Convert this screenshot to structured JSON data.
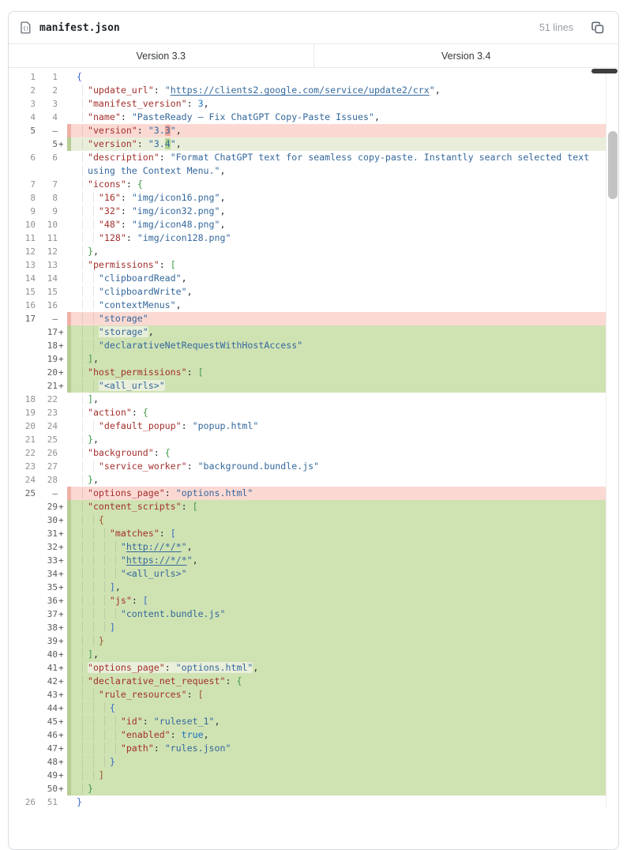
{
  "header": {
    "filename": "manifest.json",
    "lines_label": "51 lines",
    "icons": [
      "file-code-icon",
      "copy-icon"
    ]
  },
  "tabs": {
    "left": "Version 3.3",
    "right": "Version 3.4"
  },
  "colors": {
    "removed_row_bg": "#fbd9d3",
    "removed_inline_bg": "#f2a39b",
    "added_row_bg": "#cfe2b2",
    "added_pale_bg": "#e9eedb",
    "added_inline_bg": "#b2d48d",
    "key": "#a3302d",
    "string": "#34689c",
    "number": "#1a72c4",
    "bracket_blue": "#3b6bc5",
    "bracket_green": "#3f9b47",
    "bracket_rust": "#99572b"
  },
  "diff": {
    "rows": [
      {
        "o": "1",
        "n": "1",
        "m": "",
        "t": "ctx",
        "s": [
          [
            "b0",
            "{"
          ]
        ]
      },
      {
        "o": "2",
        "n": "2",
        "m": "",
        "t": "ctx",
        "s": [
          [
            "w",
            "  "
          ],
          [
            "k",
            "\"update_url\""
          ],
          [
            "p",
            ": "
          ],
          [
            "s",
            "\""
          ],
          [
            "u",
            "https://clients2.google.com/service/update2/crx"
          ],
          [
            "s",
            "\""
          ],
          [
            "p",
            ","
          ]
        ]
      },
      {
        "o": "3",
        "n": "3",
        "m": "",
        "t": "ctx",
        "s": [
          [
            "w",
            "  "
          ],
          [
            "k",
            "\"manifest_version\""
          ],
          [
            "p",
            ": "
          ],
          [
            "n",
            "3"
          ],
          [
            "p",
            ","
          ]
        ]
      },
      {
        "o": "4",
        "n": "4",
        "m": "",
        "t": "ctx",
        "s": [
          [
            "w",
            "  "
          ],
          [
            "k",
            "\"name\""
          ],
          [
            "p",
            ": "
          ],
          [
            "s",
            "\"PasteReady — Fix ChatGPT Copy-Paste Issues\""
          ],
          [
            "p",
            ","
          ]
        ]
      },
      {
        "o": "5",
        "n": "–",
        "m": "",
        "t": "del",
        "s": [
          [
            "w",
            "  "
          ],
          [
            "k",
            "\"version\""
          ],
          [
            "p",
            ": "
          ],
          [
            "s",
            "\"3."
          ],
          [
            "s",
            "3",
            "R"
          ],
          [
            "s",
            "\""
          ],
          [
            "p",
            ","
          ]
        ]
      },
      {
        "o": "",
        "n": "5",
        "m": "+",
        "t": "addpale",
        "s": [
          [
            "w",
            "  "
          ],
          [
            "k",
            "\"version\""
          ],
          [
            "p",
            ": "
          ],
          [
            "s",
            "\"3."
          ],
          [
            "s",
            "4",
            "G"
          ],
          [
            "s",
            "\""
          ],
          [
            "p",
            ","
          ]
        ]
      },
      {
        "o": "6",
        "n": "6",
        "m": "",
        "t": "ctx",
        "s": [
          [
            "w",
            "  "
          ],
          [
            "k",
            "\"description\""
          ],
          [
            "p",
            ": "
          ],
          [
            "s",
            "\"Format ChatGPT text for seamless copy-paste. Instantly search selected text"
          ]
        ]
      },
      {
        "o": "",
        "n": "",
        "m": "",
        "t": "ctx",
        "s": [
          [
            "w",
            "  "
          ],
          [
            "s",
            "using the Context Menu.\""
          ],
          [
            "p",
            ","
          ]
        ]
      },
      {
        "o": "7",
        "n": "7",
        "m": "",
        "t": "ctx",
        "s": [
          [
            "w",
            "  "
          ],
          [
            "k",
            "\"icons\""
          ],
          [
            "p",
            ": "
          ],
          [
            "b1",
            "{"
          ]
        ]
      },
      {
        "o": "8",
        "n": "8",
        "m": "",
        "t": "ctx",
        "s": [
          [
            "w",
            "    "
          ],
          [
            "k",
            "\"16\""
          ],
          [
            "p",
            ": "
          ],
          [
            "s",
            "\"img/icon16.png\""
          ],
          [
            "p",
            ","
          ]
        ]
      },
      {
        "o": "9",
        "n": "9",
        "m": "",
        "t": "ctx",
        "s": [
          [
            "w",
            "    "
          ],
          [
            "k",
            "\"32\""
          ],
          [
            "p",
            ": "
          ],
          [
            "s",
            "\"img/icon32.png\""
          ],
          [
            "p",
            ","
          ]
        ]
      },
      {
        "o": "10",
        "n": "10",
        "m": "",
        "t": "ctx",
        "s": [
          [
            "w",
            "    "
          ],
          [
            "k",
            "\"48\""
          ],
          [
            "p",
            ": "
          ],
          [
            "s",
            "\"img/icon48.png\""
          ],
          [
            "p",
            ","
          ]
        ]
      },
      {
        "o": "11",
        "n": "11",
        "m": "",
        "t": "ctx",
        "s": [
          [
            "w",
            "    "
          ],
          [
            "k",
            "\"128\""
          ],
          [
            "p",
            ": "
          ],
          [
            "s",
            "\"img/icon128.png\""
          ]
        ]
      },
      {
        "o": "12",
        "n": "12",
        "m": "",
        "t": "ctx",
        "s": [
          [
            "w",
            "  "
          ],
          [
            "b1",
            "}"
          ],
          [
            "p",
            ","
          ]
        ]
      },
      {
        "o": "13",
        "n": "13",
        "m": "",
        "t": "ctx",
        "s": [
          [
            "w",
            "  "
          ],
          [
            "k",
            "\"permissions\""
          ],
          [
            "p",
            ": "
          ],
          [
            "b1",
            "["
          ]
        ]
      },
      {
        "o": "14",
        "n": "14",
        "m": "",
        "t": "ctx",
        "s": [
          [
            "w",
            "    "
          ],
          [
            "s",
            "\"clipboardRead\""
          ],
          [
            "p",
            ","
          ]
        ]
      },
      {
        "o": "15",
        "n": "15",
        "m": "",
        "t": "ctx",
        "s": [
          [
            "w",
            "    "
          ],
          [
            "s",
            "\"clipboardWrite\""
          ],
          [
            "p",
            ","
          ]
        ]
      },
      {
        "o": "16",
        "n": "16",
        "m": "",
        "t": "ctx",
        "s": [
          [
            "w",
            "    "
          ],
          [
            "s",
            "\"contextMenus\""
          ],
          [
            "p",
            ","
          ]
        ]
      },
      {
        "o": "17",
        "n": "–",
        "m": "",
        "t": "del",
        "s": [
          [
            "w",
            "    "
          ],
          [
            "s",
            "\"storage\""
          ]
        ]
      },
      {
        "o": "",
        "n": "17",
        "m": "+",
        "t": "add",
        "s": [
          [
            "w",
            "    "
          ],
          [
            "s",
            "\"storage\"",
            "P"
          ],
          [
            "p",
            ","
          ]
        ]
      },
      {
        "o": "",
        "n": "18",
        "m": "+",
        "t": "add",
        "s": [
          [
            "w",
            "    "
          ],
          [
            "s",
            "\"declarativeNetRequestWithHostAccess\""
          ]
        ]
      },
      {
        "o": "",
        "n": "19",
        "m": "+",
        "t": "add",
        "s": [
          [
            "w",
            "  "
          ],
          [
            "b1",
            "]"
          ],
          [
            "p",
            ","
          ]
        ]
      },
      {
        "o": "",
        "n": "20",
        "m": "+",
        "t": "add",
        "s": [
          [
            "w",
            "  "
          ],
          [
            "k",
            "\"host_permissions\""
          ],
          [
            "p",
            ": "
          ],
          [
            "b1",
            "["
          ]
        ]
      },
      {
        "o": "",
        "n": "21",
        "m": "+",
        "t": "add",
        "s": [
          [
            "w",
            "    "
          ],
          [
            "s",
            "\"<all_urls>\"",
            "P"
          ]
        ]
      },
      {
        "o": "18",
        "n": "22",
        "m": "",
        "t": "ctx",
        "s": [
          [
            "w",
            "  "
          ],
          [
            "b1",
            "]"
          ],
          [
            "p",
            ","
          ]
        ]
      },
      {
        "o": "19",
        "n": "23",
        "m": "",
        "t": "ctx",
        "s": [
          [
            "w",
            "  "
          ],
          [
            "k",
            "\"action\""
          ],
          [
            "p",
            ": "
          ],
          [
            "b1",
            "{"
          ]
        ]
      },
      {
        "o": "20",
        "n": "24",
        "m": "",
        "t": "ctx",
        "s": [
          [
            "w",
            "    "
          ],
          [
            "k",
            "\"default_popup\""
          ],
          [
            "p",
            ": "
          ],
          [
            "s",
            "\"popup.html\""
          ]
        ]
      },
      {
        "o": "21",
        "n": "25",
        "m": "",
        "t": "ctx",
        "s": [
          [
            "w",
            "  "
          ],
          [
            "b1",
            "}"
          ],
          [
            "p",
            ","
          ]
        ]
      },
      {
        "o": "22",
        "n": "26",
        "m": "",
        "t": "ctx",
        "s": [
          [
            "w",
            "  "
          ],
          [
            "k",
            "\"background\""
          ],
          [
            "p",
            ": "
          ],
          [
            "b1",
            "{"
          ]
        ]
      },
      {
        "o": "23",
        "n": "27",
        "m": "",
        "t": "ctx",
        "s": [
          [
            "w",
            "    "
          ],
          [
            "k",
            "\"service_worker\""
          ],
          [
            "p",
            ": "
          ],
          [
            "s",
            "\"background.bundle.js\""
          ]
        ]
      },
      {
        "o": "24",
        "n": "28",
        "m": "",
        "t": "ctx",
        "s": [
          [
            "w",
            "  "
          ],
          [
            "b1",
            "}"
          ],
          [
            "p",
            ","
          ]
        ]
      },
      {
        "o": "25",
        "n": "–",
        "m": "",
        "t": "del",
        "s": [
          [
            "w",
            "  "
          ],
          [
            "k",
            "\"options_page\""
          ],
          [
            "p",
            ": "
          ],
          [
            "s",
            "\"options.html\""
          ]
        ]
      },
      {
        "o": "",
        "n": "29",
        "m": "+",
        "t": "add",
        "s": [
          [
            "w",
            "  "
          ],
          [
            "k",
            "\"content_scripts\""
          ],
          [
            "p",
            ": "
          ],
          [
            "b1",
            "["
          ]
        ]
      },
      {
        "o": "",
        "n": "30",
        "m": "+",
        "t": "add",
        "s": [
          [
            "w",
            "    "
          ],
          [
            "b2",
            "{"
          ]
        ]
      },
      {
        "o": "",
        "n": "31",
        "m": "+",
        "t": "add",
        "s": [
          [
            "w",
            "      "
          ],
          [
            "k",
            "\"matches\""
          ],
          [
            "p",
            ": "
          ],
          [
            "b0",
            "["
          ]
        ]
      },
      {
        "o": "",
        "n": "32",
        "m": "+",
        "t": "add",
        "s": [
          [
            "w",
            "        "
          ],
          [
            "s",
            "\""
          ],
          [
            "u",
            "http://*/*"
          ],
          [
            "s",
            "\""
          ],
          [
            "p",
            ","
          ]
        ]
      },
      {
        "o": "",
        "n": "33",
        "m": "+",
        "t": "add",
        "s": [
          [
            "w",
            "        "
          ],
          [
            "s",
            "\""
          ],
          [
            "u",
            "https://*/*"
          ],
          [
            "s",
            "\""
          ],
          [
            "p",
            ","
          ]
        ]
      },
      {
        "o": "",
        "n": "34",
        "m": "+",
        "t": "add",
        "s": [
          [
            "w",
            "        "
          ],
          [
            "s",
            "\"<all_urls>\""
          ]
        ]
      },
      {
        "o": "",
        "n": "35",
        "m": "+",
        "t": "add",
        "s": [
          [
            "w",
            "      "
          ],
          [
            "b0",
            "]"
          ],
          [
            "p",
            ","
          ]
        ]
      },
      {
        "o": "",
        "n": "36",
        "m": "+",
        "t": "add",
        "s": [
          [
            "w",
            "      "
          ],
          [
            "k",
            "\"js\""
          ],
          [
            "p",
            ": "
          ],
          [
            "b0",
            "["
          ]
        ]
      },
      {
        "o": "",
        "n": "37",
        "m": "+",
        "t": "add",
        "s": [
          [
            "w",
            "        "
          ],
          [
            "s",
            "\"content.bundle.js\""
          ]
        ]
      },
      {
        "o": "",
        "n": "38",
        "m": "+",
        "t": "add",
        "s": [
          [
            "w",
            "      "
          ],
          [
            "b0",
            "]"
          ]
        ]
      },
      {
        "o": "",
        "n": "39",
        "m": "+",
        "t": "add",
        "s": [
          [
            "w",
            "    "
          ],
          [
            "b2",
            "}"
          ]
        ]
      },
      {
        "o": "",
        "n": "40",
        "m": "+",
        "t": "add",
        "s": [
          [
            "w",
            "  "
          ],
          [
            "b1",
            "]"
          ],
          [
            "p",
            ","
          ]
        ]
      },
      {
        "o": "",
        "n": "41",
        "m": "+",
        "t": "add",
        "s": [
          [
            "w",
            "  "
          ],
          [
            "k",
            "\"options_page\"",
            "P"
          ],
          [
            "p",
            ": ",
            "P"
          ],
          [
            "s",
            "\"options.html\"",
            "P"
          ],
          [
            "p",
            ","
          ]
        ]
      },
      {
        "o": "",
        "n": "42",
        "m": "+",
        "t": "add",
        "s": [
          [
            "w",
            "  "
          ],
          [
            "k",
            "\"declarative_net_request\""
          ],
          [
            "p",
            ": "
          ],
          [
            "b1",
            "{"
          ]
        ]
      },
      {
        "o": "",
        "n": "43",
        "m": "+",
        "t": "add",
        "s": [
          [
            "w",
            "    "
          ],
          [
            "k",
            "\"rule_resources\""
          ],
          [
            "p",
            ": "
          ],
          [
            "b2",
            "["
          ]
        ]
      },
      {
        "o": "",
        "n": "44",
        "m": "+",
        "t": "add",
        "s": [
          [
            "w",
            "      "
          ],
          [
            "b0",
            "{"
          ]
        ]
      },
      {
        "o": "",
        "n": "45",
        "m": "+",
        "t": "add",
        "s": [
          [
            "w",
            "        "
          ],
          [
            "k",
            "\"id\""
          ],
          [
            "p",
            ": "
          ],
          [
            "s",
            "\"ruleset_1\""
          ],
          [
            "p",
            ","
          ]
        ]
      },
      {
        "o": "",
        "n": "46",
        "m": "+",
        "t": "add",
        "s": [
          [
            "w",
            "        "
          ],
          [
            "k",
            "\"enabled\""
          ],
          [
            "p",
            ": "
          ],
          [
            "n",
            "true"
          ],
          [
            "p",
            ","
          ]
        ]
      },
      {
        "o": "",
        "n": "47",
        "m": "+",
        "t": "add",
        "s": [
          [
            "w",
            "        "
          ],
          [
            "k",
            "\"path\""
          ],
          [
            "p",
            ": "
          ],
          [
            "s",
            "\"rules.json\""
          ]
        ]
      },
      {
        "o": "",
        "n": "48",
        "m": "+",
        "t": "add",
        "s": [
          [
            "w",
            "      "
          ],
          [
            "b0",
            "}"
          ]
        ]
      },
      {
        "o": "",
        "n": "49",
        "m": "+",
        "t": "add",
        "s": [
          [
            "w",
            "    "
          ],
          [
            "b2",
            "]"
          ]
        ]
      },
      {
        "o": "",
        "n": "50",
        "m": "+",
        "t": "add",
        "s": [
          [
            "w",
            "  "
          ],
          [
            "b1",
            "}"
          ]
        ]
      },
      {
        "o": "26",
        "n": "51",
        "m": "",
        "t": "ctx",
        "s": [
          [
            "b0",
            "}"
          ]
        ]
      }
    ]
  }
}
